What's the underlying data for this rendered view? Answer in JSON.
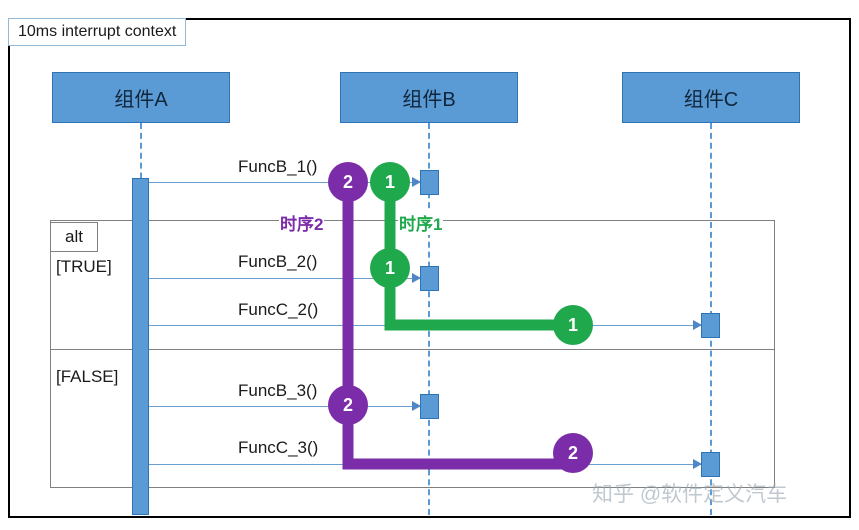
{
  "frame": {
    "label": "10ms interrupt context"
  },
  "participants": [
    {
      "id": "A",
      "label": "组件A"
    },
    {
      "id": "B",
      "label": "组件B"
    },
    {
      "id": "C",
      "label": "组件C"
    }
  ],
  "messages": [
    {
      "id": "m1",
      "label": "FuncB_1()"
    },
    {
      "id": "m2",
      "label": "FuncB_2()"
    },
    {
      "id": "m3",
      "label": "FuncC_2()"
    },
    {
      "id": "m4",
      "label": "FuncB_3()"
    },
    {
      "id": "m5",
      "label": "FuncC_3()"
    }
  ],
  "alt": {
    "operator": "alt",
    "guards": [
      {
        "id": "g1",
        "label": "[TRUE]"
      },
      {
        "id": "g2",
        "label": "[FALSE]"
      }
    ]
  },
  "flows": [
    {
      "id": "flow1",
      "label": "时序1",
      "color": "#1FA84C",
      "badges": [
        "1",
        "1",
        "1"
      ]
    },
    {
      "id": "flow2",
      "label": "时序2",
      "color": "#7B2CA8",
      "badges": [
        "2",
        "2",
        "2"
      ]
    }
  ],
  "badges": {
    "b1": "2",
    "b2": "1",
    "b3": "1",
    "b4": "1",
    "b5": "2",
    "b6": "2"
  },
  "watermark": {
    "text": "知乎 @软件定义汽车"
  },
  "colors": {
    "participant_fill": "#5B9BD5",
    "participant_stroke": "#2E74B5",
    "message_line": "#6A9FD0",
    "flow_green": "#1FA84C",
    "flow_purple": "#7B2CA8",
    "frame_stroke": "#808080"
  }
}
